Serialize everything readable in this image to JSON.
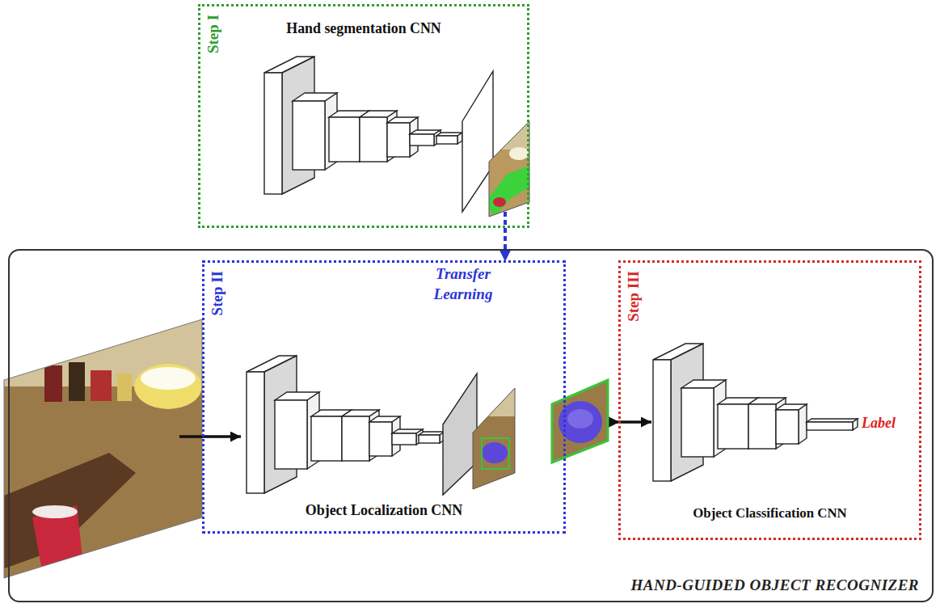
{
  "diagram": {
    "nodes": [
      {
        "text": [
          "Step I",
          "Hand segmentation CNN"
        ]
      },
      {
        "text": [
          "HAND-GUIDED OBJECT RECOGNIZER"
        ]
      },
      {
        "text": [
          "Step II",
          "Object Localization CNN"
        ],
        "in": 1
      },
      {
        "text": [
          "Step III",
          "Object Classification CNN"
        ],
        "in": 1
      }
    ],
    "edges": [
      {
        "from": 0,
        "to": 2,
        "arrow": "to",
        "label": "Transfer Learning"
      },
      {
        "from": 2,
        "to": 3,
        "arrow": "to"
      }
    ],
    "labels": [
      "Label"
    ]
  }
}
